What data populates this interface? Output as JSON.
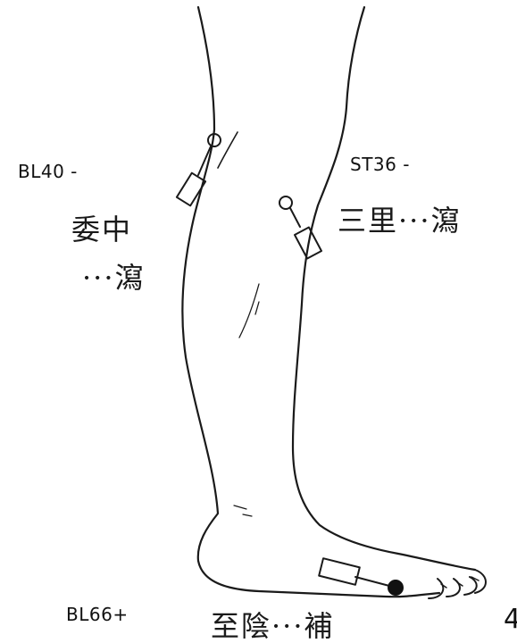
{
  "points": [
    {
      "code": "BL40 -",
      "name_line1": "委中",
      "name_line2": "···瀉"
    },
    {
      "code": "ST36 -",
      "name": "三里···瀉"
    },
    {
      "code": "BL66+",
      "name": "至陰···補"
    }
  ],
  "page_number": "4"
}
